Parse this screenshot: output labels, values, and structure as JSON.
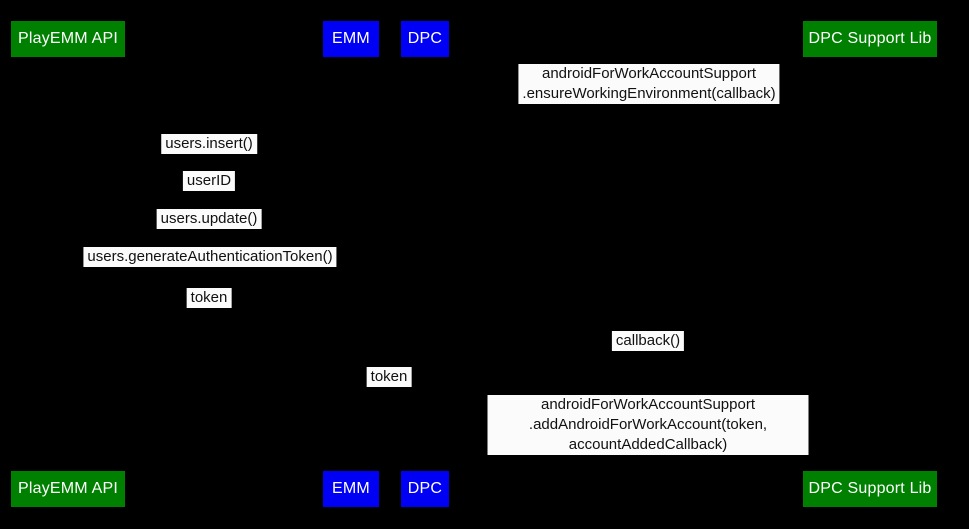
{
  "diagram": {
    "type": "sequence-diagram",
    "colors": {
      "background": "#000000",
      "participant_green": "#008000",
      "participant_blue": "#0000f5",
      "participant_text": "#ffffff",
      "message_background": "#fbfbfb",
      "message_text": "#111111"
    },
    "participants": [
      {
        "label": "PlayEMM API",
        "color": "#008000"
      },
      {
        "label": "EMM",
        "color": "#0000f5"
      },
      {
        "label": "DPC",
        "color": "#0000f5"
      },
      {
        "label": "DPC Support Lib",
        "color": "#008000"
      }
    ],
    "messages": [
      {
        "label": "androidForWorkAccountSupport\n.ensureWorkingEnvironment(callback)"
      },
      {
        "label": "users.insert()"
      },
      {
        "label": "userID"
      },
      {
        "label": "users.update()"
      },
      {
        "label": "users.generateAuthenticationToken()"
      },
      {
        "label": "token"
      },
      {
        "label": "callback()"
      },
      {
        "label": "token"
      },
      {
        "label": "androidForWorkAccountSupport\n.addAndroidForWorkAccount(token, accountAddedCallback)"
      }
    ]
  }
}
